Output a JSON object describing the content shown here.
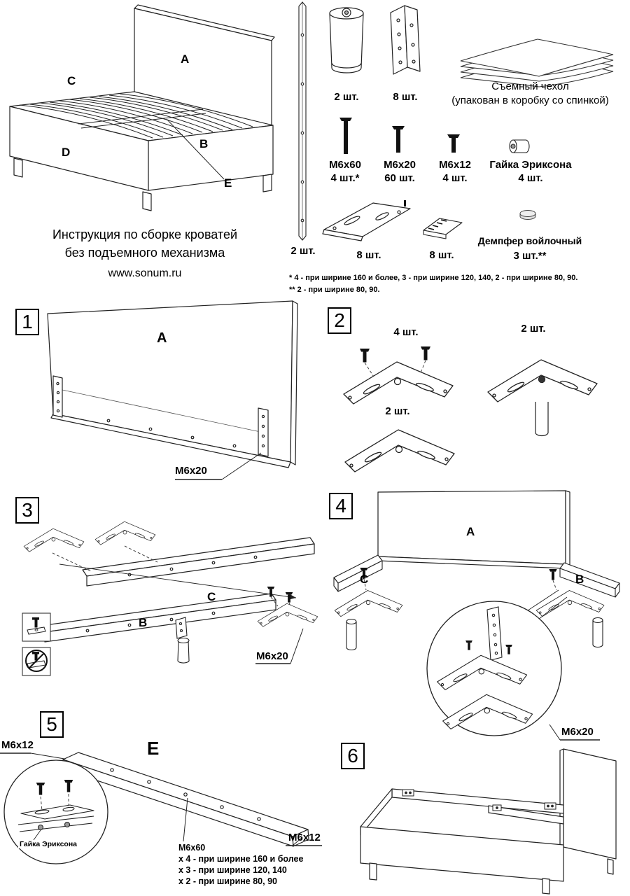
{
  "header": {
    "title_line1": "Инструкция по сборке кроватей",
    "title_line2": "без подъемного механизма",
    "website": "www.sonum.ru"
  },
  "overview": {
    "label_a": "A",
    "label_b": "B",
    "label_c": "C",
    "label_d": "D",
    "label_e": "E"
  },
  "parts": {
    "side_rail_qty": "2 шт.",
    "leg_qty": "2 шт.",
    "corner_bracket_qty": "8 шт.",
    "cover_title": "Съемный чехол",
    "cover_subtitle": "(упакован в коробку со спинкой)",
    "bolt_m6x60": {
      "name": "М6х60",
      "qty": "4 шт.*"
    },
    "bolt_m6x20": {
      "name": "М6х20",
      "qty": "60 шт."
    },
    "bolt_m6x12": {
      "name": "М6х12",
      "qty": "4 шт."
    },
    "erikson_nut": {
      "name": "Гайка Эриксона",
      "qty": "4 шт."
    },
    "gusset_bracket_qty": "8 шт.",
    "slot_bracket_qty": "8 шт.",
    "felt_damper": {
      "name": "Демпфер войлочный",
      "qty": "3 шт.**"
    },
    "footnote_1": "* 4 - при ширине 160 и более, 3 - при ширине 120, 140, 2 - при ширине 80, 90.",
    "footnote_2": "** 2 - при ширине 80, 90."
  },
  "steps": {
    "s1": {
      "num": "1",
      "label_a": "A",
      "bolt": "М6х20"
    },
    "s2": {
      "num": "2",
      "qty_bolts": "4 шт.",
      "qty_right": "2 шт.",
      "qty_bottom": "2 шт."
    },
    "s3": {
      "num": "3",
      "label_b": "B",
      "label_c": "C",
      "bolt": "М6х20"
    },
    "s4": {
      "num": "4",
      "label_a": "A",
      "label_b": "B",
      "label_c": "C",
      "bolt": "М6х20"
    },
    "s5": {
      "num": "5",
      "label_e": "E",
      "bolt_left": "М6х12",
      "bolt_right": "М6х12",
      "nut": "Гайка Эриксона",
      "note_1": "М6х60",
      "note_2": "х 4 - при ширине 160 и более",
      "note_3": "х 3 - при ширине 120, 140",
      "note_4": "х 2 - при ширине 80, 90"
    },
    "s6": {
      "num": "6"
    }
  }
}
